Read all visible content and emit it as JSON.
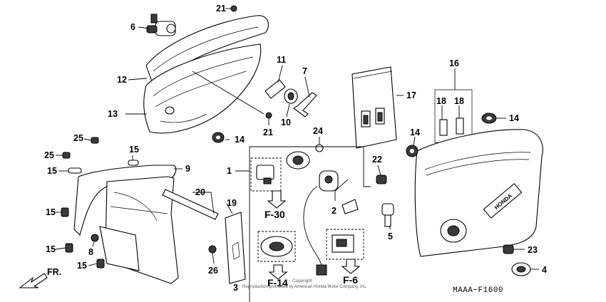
{
  "diagram": {
    "callouts": {
      "c21a": "21",
      "c6": "6",
      "c12": "12",
      "c13": "13",
      "c11": "11",
      "c7": "7",
      "c10": "10",
      "c21b": "21",
      "c14a": "14",
      "c25a": "25",
      "c25b": "25",
      "c15a": "15",
      "c15b": "15",
      "c9": "9",
      "c1": "1",
      "c24": "24",
      "c17": "17",
      "c16": "16",
      "c18a": "18",
      "c18b": "18",
      "c14b": "14",
      "c14c": "14",
      "c22": "22",
      "c20": "20",
      "c19": "19",
      "c15c": "15",
      "c2": "2",
      "c5": "5",
      "c8": "8",
      "c15d": "15",
      "c15e": "15",
      "c26": "26",
      "c3": "3",
      "c23": "23",
      "c4": "4"
    },
    "refs": {
      "f30": "F-30",
      "f14": "F-14",
      "f6": "F-6"
    },
    "front_label": "FR.",
    "diagram_code": "MAAA−F1600",
    "copyright_line1": "Copyright",
    "copyright_line2": "Reproduction prohibited by American Honda Motor Company, Inc.",
    "brand_emblem": "HONDA"
  }
}
